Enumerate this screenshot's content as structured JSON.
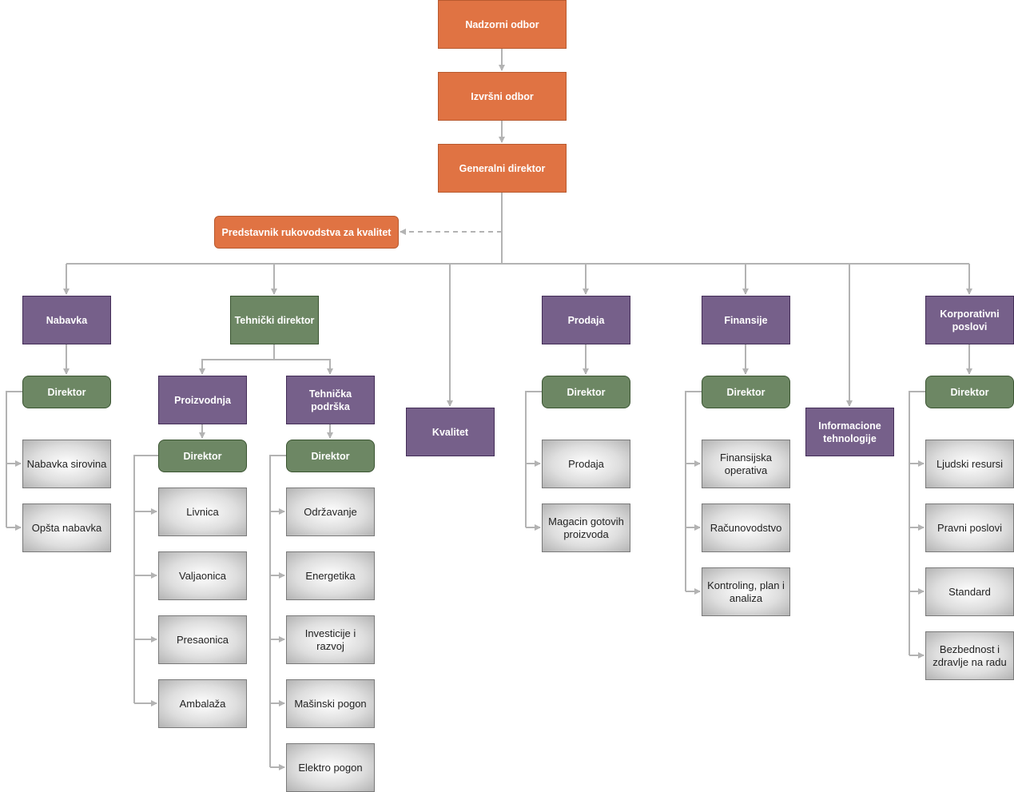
{
  "colors": {
    "orange": "#e07343",
    "purple": "#76608a",
    "green": "#6d8764",
    "gray_gradient_edge": "#b3b3b3",
    "connector": "#b3b3b3"
  },
  "nodes": {
    "nadzorni_odbor": "Nadzorni odbor",
    "izvrsni_odbor": "Izvršni odbor",
    "generalni_direktor": "Generalni direktor",
    "predstavnik": "Predstavnik rukovodstva za kvalitet",
    "nabavka": "Nabavka",
    "nabavka_direktor": "Direktor",
    "nabavka_sirovina": "Nabavka sirovina",
    "opsta_nabavka": "Opšta nabavka",
    "tehnicki_direktor": "Tehnički direktor",
    "proizvodnja": "Proizvodnja",
    "proizvodnja_direktor": "Direktor",
    "livnica": "Livnica",
    "valjaonica": "Valjaonica",
    "presaonica": "Presaonica",
    "ambalaza": "Ambalaža",
    "tehnicka_podrska": "Tehnička podrška",
    "tp_direktor": "Direktor",
    "odrzavanje": "Održavanje",
    "energetika": "Energetika",
    "investicije": "Investicije i razvoj",
    "masinski_pogon": "Mašinski pogon",
    "elektro_pogon": "Elektro pogon",
    "kvalitet": "Kvalitet",
    "prodaja": "Prodaja",
    "prodaja_direktor": "Direktor",
    "prodaja_sub": "Prodaja",
    "magacin": "Magacin gotovih proizvoda",
    "finansije": "Finansije",
    "finansije_direktor": "Direktor",
    "finansijska_operativa": "Finansijska operativa",
    "racunovodstvo": "Računovodstvo",
    "kontroling": "Kontroling, plan i analiza",
    "it": "Informacione tehnologije",
    "korporativni": "Korporativni poslovi",
    "korporativni_direktor": "Direktor",
    "ljudski_resursi": "Ljudski resursi",
    "pravni_poslovi": "Pravni poslovi",
    "standard": "Standard",
    "bezbednost": "Bezbednost i zdravlje na radu"
  }
}
